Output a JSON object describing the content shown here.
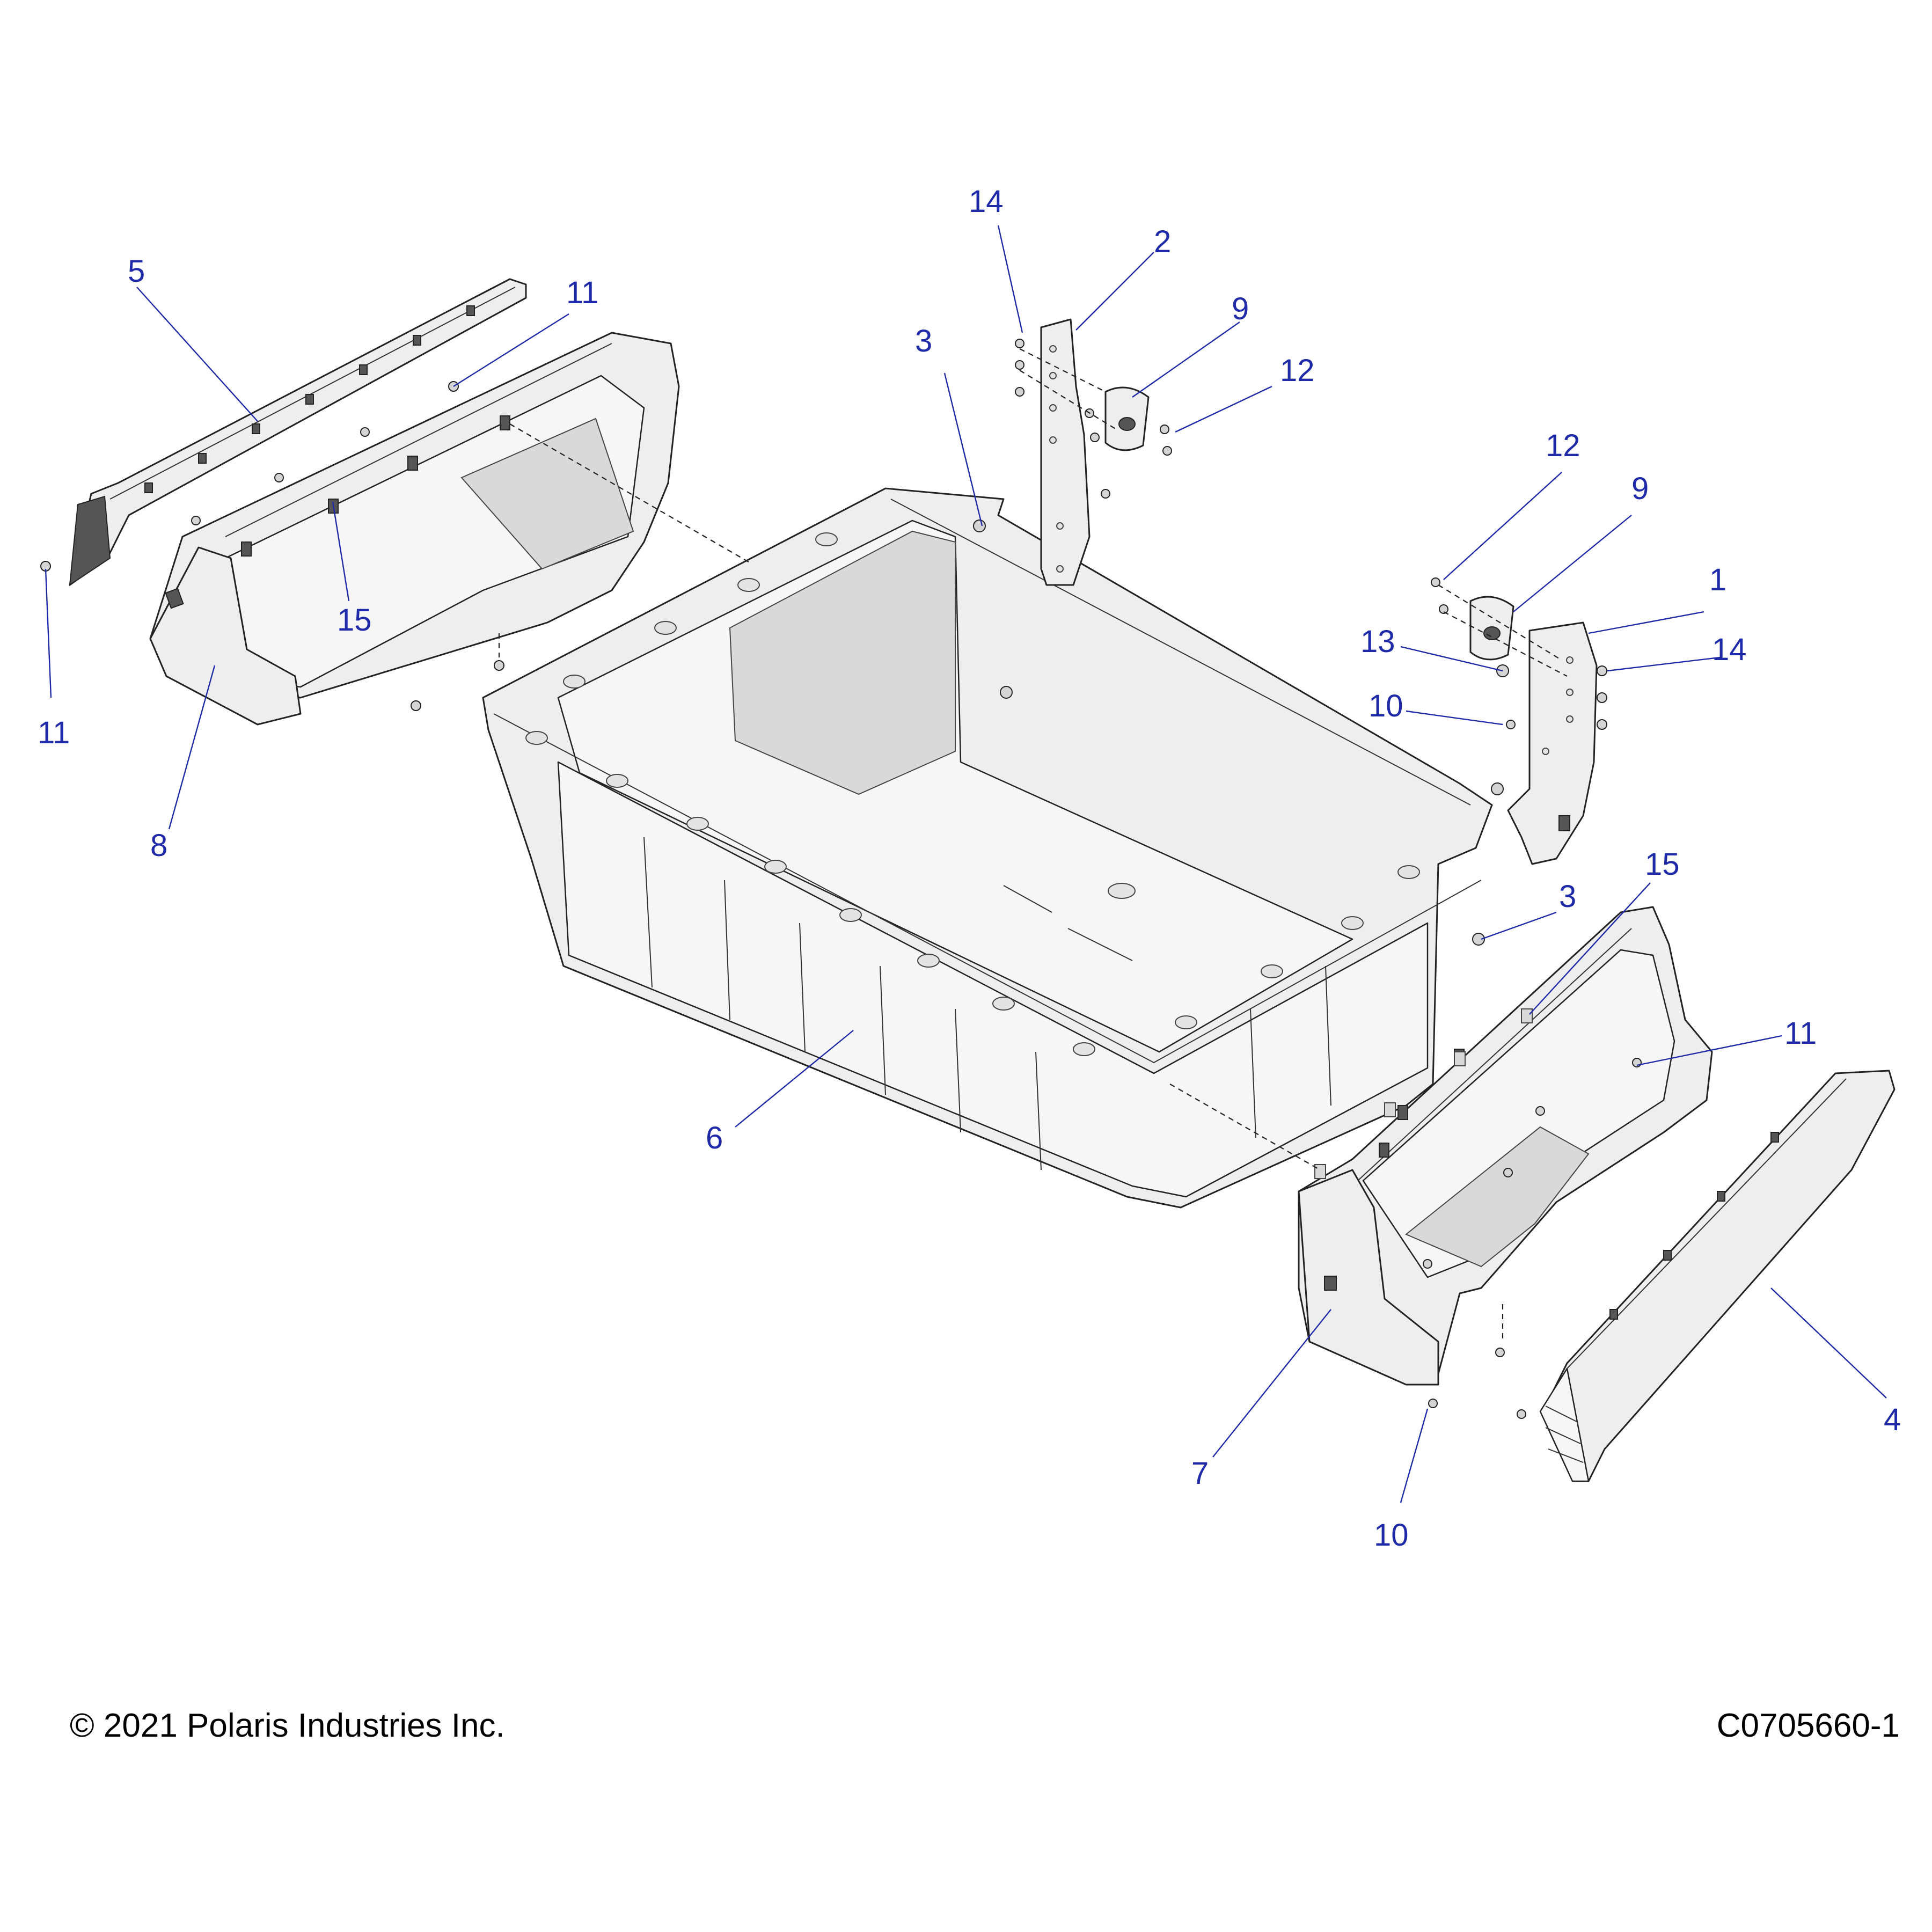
{
  "callouts": {
    "c1": "1",
    "c2": "2",
    "c3a": "3",
    "c3b": "3",
    "c4": "4",
    "c5": "5",
    "c6": "6",
    "c7": "7",
    "c8": "8",
    "c9a": "9",
    "c9b": "9",
    "c10a": "10",
    "c10b": "10",
    "c11a": "11",
    "c11b": "11",
    "c11c": "11",
    "c12a": "12",
    "c12b": "12",
    "c13": "13",
    "c14a": "14",
    "c14b": "14",
    "c15a": "15",
    "c15b": "15"
  },
  "footer": {
    "copyright": "© 2021 Polaris Industries Inc.",
    "part_code": "C0705660-1"
  }
}
